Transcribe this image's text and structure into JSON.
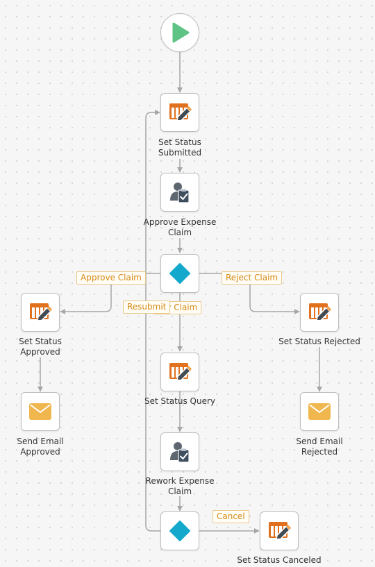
{
  "colors": {
    "connector": "#a6a6a6",
    "table_icon": "#e0711f",
    "pencil_icon": "#424a52",
    "decision_diamond": "#14a9cc",
    "email_icon": "#f0b74f",
    "user_task_icon": "#5e6670",
    "start_play": "#5fc386",
    "edge_label_text": "#d68a16",
    "edge_label_border": "#e9c88a"
  },
  "nodes": {
    "start": {
      "icon": "play-icon"
    },
    "set_status_submitted": {
      "icon": "table-edit-icon",
      "label_lines": [
        "Set Status",
        "Submitted"
      ]
    },
    "approve_expense_claim": {
      "icon": "user-task-icon",
      "label_lines": [
        "Approve Expense",
        "Claim"
      ]
    },
    "decision_approval": {
      "icon": "decision-diamond-icon"
    },
    "set_status_approved": {
      "icon": "table-edit-icon",
      "label_lines": [
        "Set Status",
        "Approved"
      ]
    },
    "send_email_approved": {
      "icon": "envelope-icon",
      "label_lines": [
        "Send Email",
        "Approved"
      ]
    },
    "set_status_rejected": {
      "icon": "table-edit-icon",
      "label_lines": [
        "Set Status Rejected"
      ]
    },
    "send_email_rejected": {
      "icon": "envelope-icon",
      "label_lines": [
        "Send Email",
        "Rejected"
      ]
    },
    "set_status_query": {
      "icon": "table-edit-icon",
      "label_lines": [
        "Set Status Query"
      ]
    },
    "rework_expense_claim": {
      "icon": "user-task-icon",
      "label_lines": [
        "Rework Expense",
        "Claim"
      ]
    },
    "decision_rework": {
      "icon": "decision-diamond-icon"
    },
    "set_status_canceled": {
      "icon": "table-edit-icon",
      "label_lines": [
        "Set Status Canceled"
      ]
    }
  },
  "edge_labels": {
    "approve_claim": "Approve Claim",
    "reject_claim": "Reject Claim",
    "query_claim": "ery Claim",
    "resubmit": "Resubmit",
    "cancel": "Cancel"
  }
}
